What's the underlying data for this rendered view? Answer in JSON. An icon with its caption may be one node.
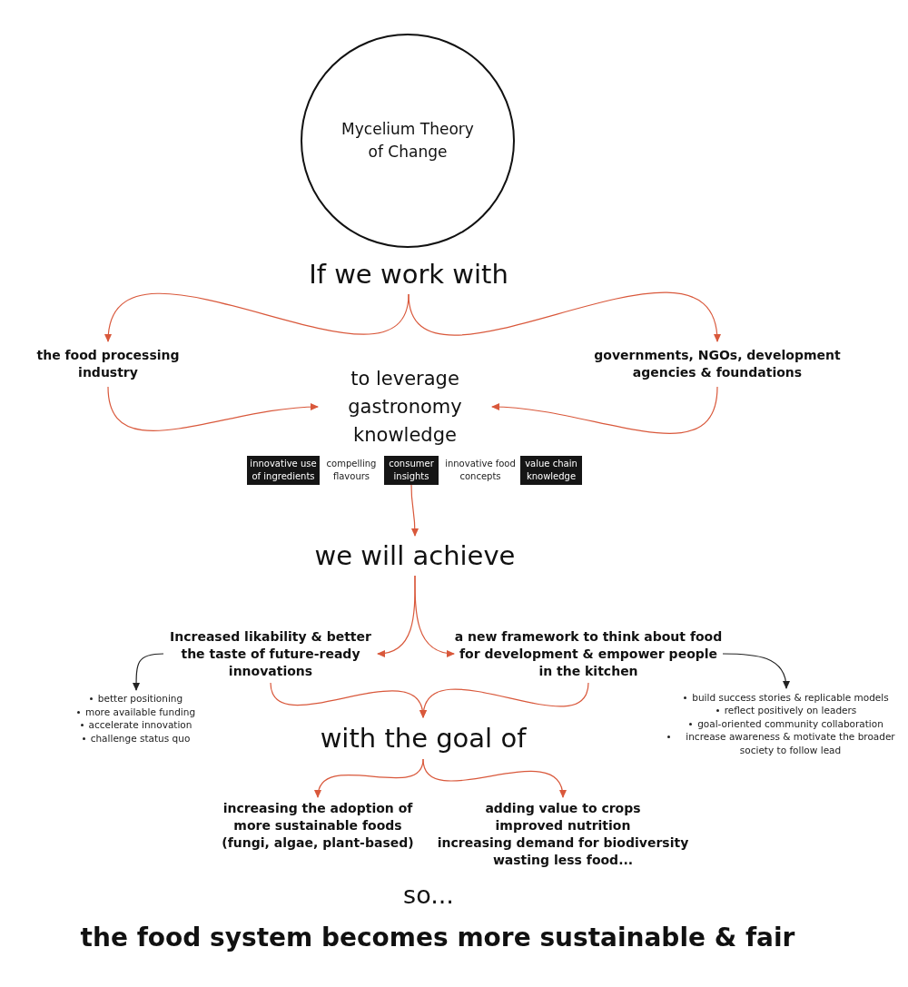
{
  "diagram": {
    "nodes": [
      {
        "text": [
          "Mycelium Theory of Change"
        ]
      },
      {
        "text": [
          "If we work with"
        ]
      },
      {
        "text": [
          "the food processing industry"
        ]
      },
      {
        "text": [
          "governments, NGOs, development agencies & foundations"
        ]
      },
      {
        "text": [
          "to leverage gastronomy knowledge"
        ]
      },
      {
        "text": [
          "innovative use of ingredients"
        ]
      },
      {
        "text": [
          "compelling flavours"
        ]
      },
      {
        "text": [
          "consumer insights"
        ]
      },
      {
        "text": [
          "innovative food concepts"
        ]
      },
      {
        "text": [
          "value chain knowledge"
        ]
      },
      {
        "text": [
          "we will achieve"
        ]
      },
      {
        "text": [
          "Increased likability & better the taste of future-ready innovations"
        ]
      },
      {
        "text": [
          "a new framework to think about food for development & empower people in the kitchen"
        ]
      },
      {
        "text": [
          "better positioning",
          "more available funding",
          "accelerate innovation",
          "challenge status quo"
        ]
      },
      {
        "text": [
          "build success stories & replicable models",
          "reflect positively on leaders",
          "goal-oriented community collaboration",
          "increase awareness & motivate the broader society to follow lead"
        ]
      },
      {
        "text": [
          "with the goal of"
        ]
      },
      {
        "text": [
          "increasing the adoption of more sustainable foods (fungi, algae, plant-based)"
        ]
      },
      {
        "text": [
          "adding value to crops",
          "improved nutrition",
          "increasing demand for biodiversity",
          "wasting less food..."
        ]
      }
    ],
    "edges": [
      {
        "from": 1,
        "to": 2,
        "arrow": "to"
      },
      {
        "from": 1,
        "to": 3,
        "arrow": "to"
      },
      {
        "from": 2,
        "to": 4,
        "arrow": "to"
      },
      {
        "from": 3,
        "to": 4,
        "arrow": "to"
      },
      {
        "from": 7,
        "to": 10,
        "arrow": "to"
      },
      {
        "from": 10,
        "to": 11,
        "arrow": "to"
      },
      {
        "from": 10,
        "to": 12,
        "arrow": "to"
      },
      {
        "from": 11,
        "to": 15,
        "arrow": "to"
      },
      {
        "from": 12,
        "to": 15,
        "arrow": "to"
      },
      {
        "from": 15,
        "to": 16,
        "arrow": "to"
      },
      {
        "from": 15,
        "to": 17,
        "arrow": "to"
      },
      {
        "from": 11,
        "to": 13,
        "arrow": "to",
        "color": "#222222"
      },
      {
        "from": 12,
        "to": 14,
        "arrow": "to",
        "color": "#222222"
      }
    ],
    "labels": [
      "so...",
      "the food system becomes more sustainable & fair"
    ]
  }
}
